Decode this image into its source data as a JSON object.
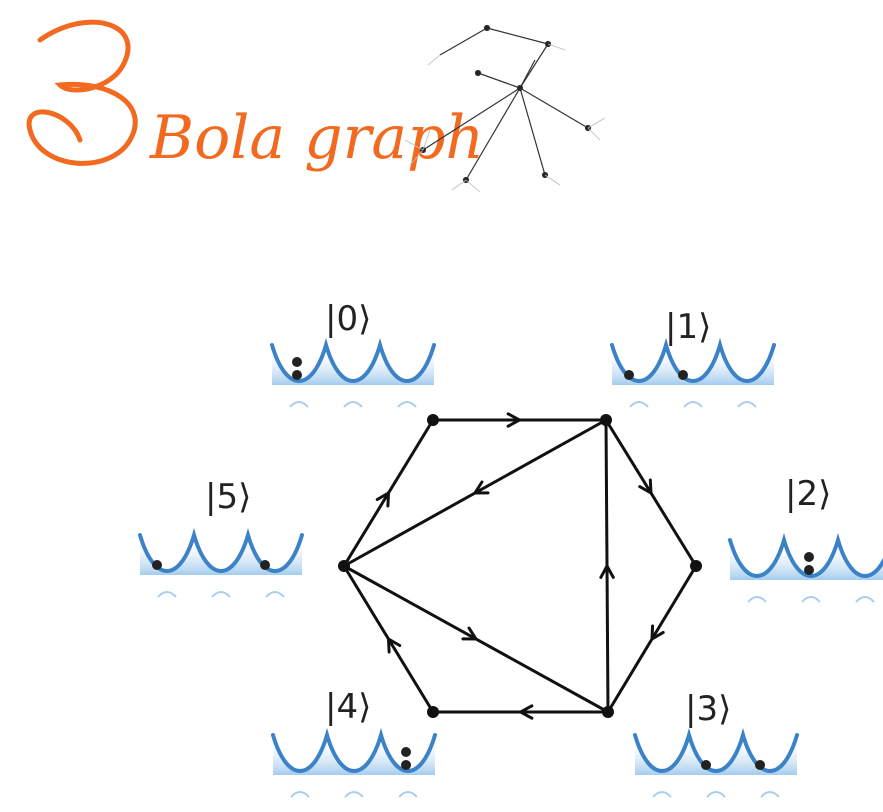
{
  "logo": {
    "title": "Bola graph",
    "color": "#f26a1f"
  },
  "graph": {
    "nodes": [
      {
        "id": "A",
        "state": "|0⟩",
        "well_balls": [
          [
            0,
            2
          ]
        ]
      },
      {
        "id": "B",
        "state": "|1⟩",
        "well_balls": [
          [
            0,
            1
          ],
          [
            1,
            1
          ]
        ]
      },
      {
        "id": "C",
        "state": "|2⟩",
        "well_balls": [
          [
            1,
            2
          ]
        ]
      },
      {
        "id": "D",
        "state": "|3⟩",
        "well_balls": [
          [
            1,
            1
          ],
          [
            2,
            1
          ]
        ]
      },
      {
        "id": "E",
        "state": "|4⟩",
        "well_balls": [
          [
            2,
            2
          ]
        ]
      },
      {
        "id": "F",
        "state": "|5⟩",
        "well_balls": [
          [
            0,
            1
          ],
          [
            2,
            1
          ]
        ]
      }
    ],
    "edges": [
      {
        "from": "A",
        "to": "B"
      },
      {
        "from": "B",
        "to": "C"
      },
      {
        "from": "C",
        "to": "D"
      },
      {
        "from": "D",
        "to": "E"
      },
      {
        "from": "E",
        "to": "F"
      },
      {
        "from": "F",
        "to": "A"
      },
      {
        "from": "B",
        "to": "F"
      },
      {
        "from": "F",
        "to": "D"
      },
      {
        "from": "D",
        "to": "B"
      }
    ],
    "well_color": "#3b82c8",
    "edge_color": "#111111"
  }
}
